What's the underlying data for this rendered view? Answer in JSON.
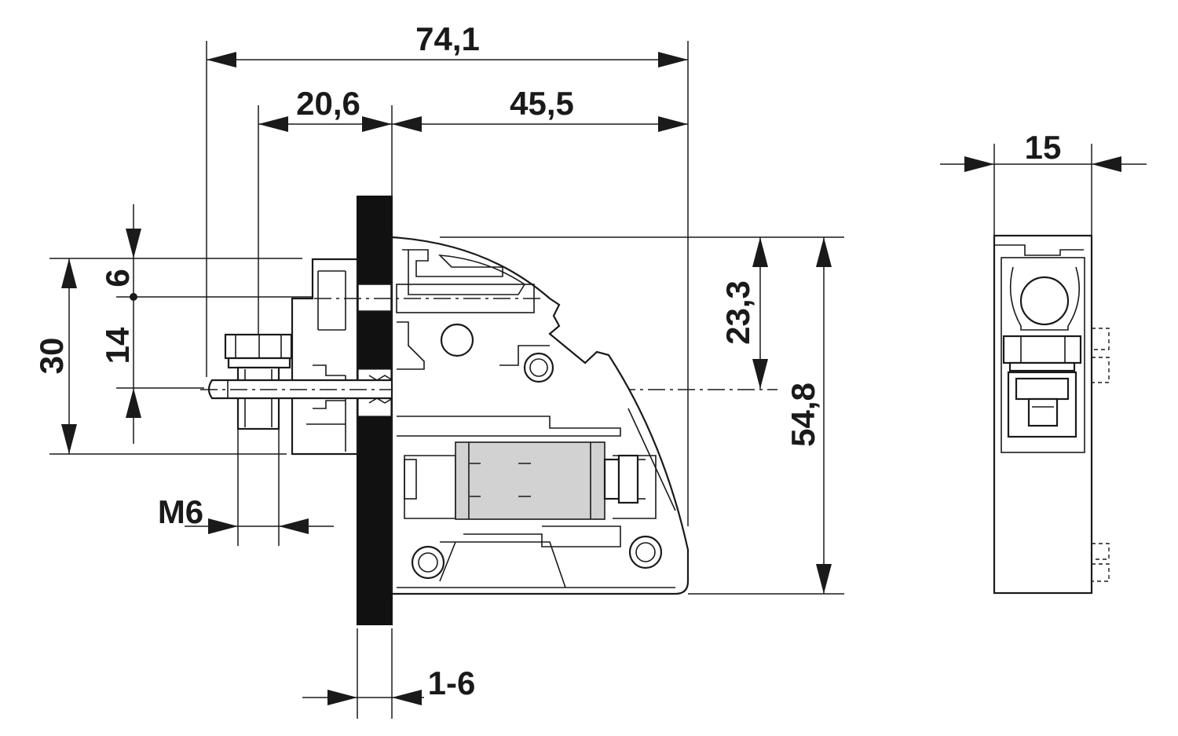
{
  "dimensions": {
    "overall_length": "74,1",
    "screw_offset": "20,6",
    "depth_from_wall": "45,5",
    "width_side_view": "15",
    "upper_height": "23,3",
    "overall_height": "54,8",
    "left_height": "30",
    "bolt_height": "14",
    "top_offset": "6",
    "thread_size": "M6",
    "wall_thickness": "1-6"
  }
}
